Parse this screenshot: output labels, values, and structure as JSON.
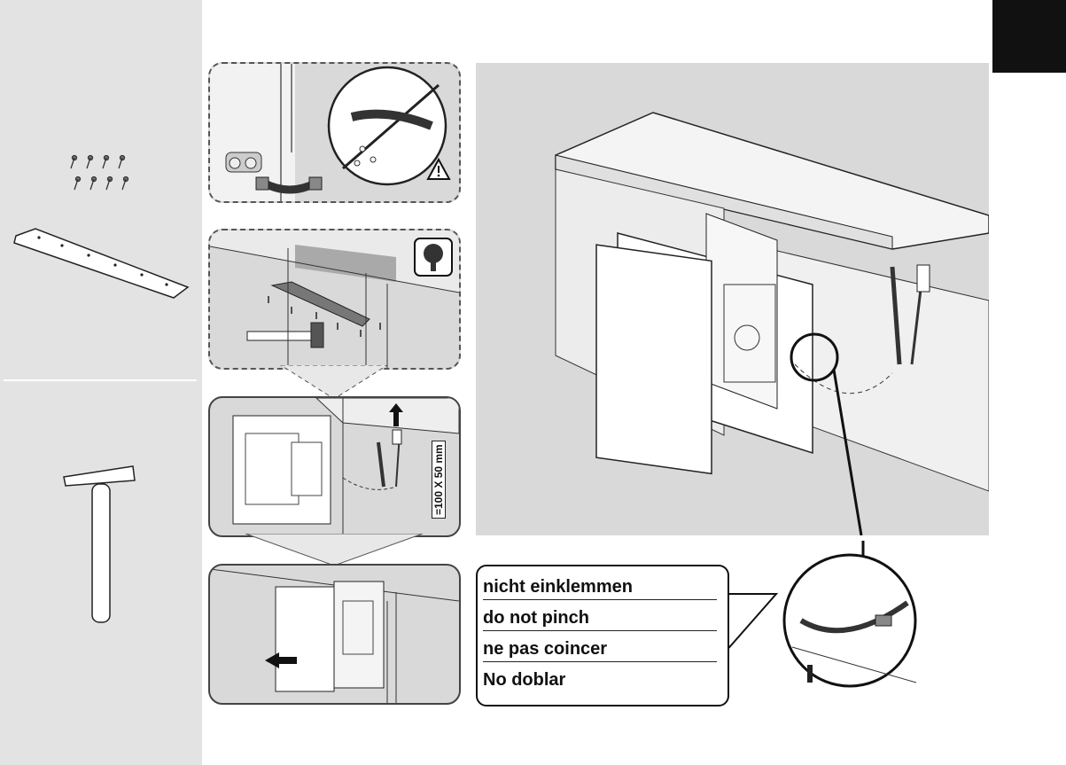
{
  "labels": {
    "de": "nicht einklemmen",
    "en": "do not pinch",
    "fr": "ne pas coincer",
    "es": "No doblar"
  },
  "dimension": "=100 X 50 mm",
  "icons": {
    "warning": "warning-triangle-icon",
    "wood": "tree-icon",
    "insert": "arrow-left-icon",
    "lift": "arrow-up-icon"
  },
  "colors": {
    "panel_bg": "#d9d9d9",
    "sidebar_bg": "#e3e3e3",
    "corner_tab": "#111111"
  }
}
